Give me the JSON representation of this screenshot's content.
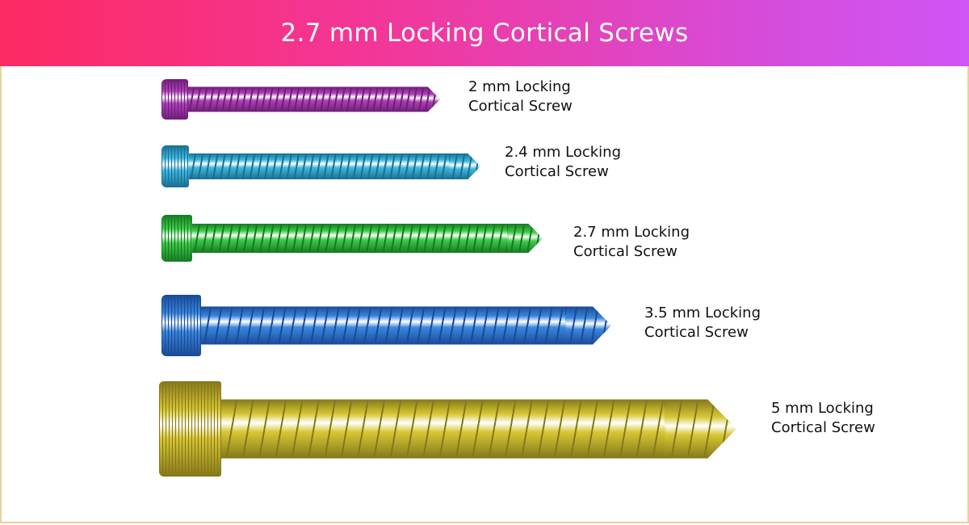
{
  "title": "2.7 mm Locking Cortical Screws",
  "screws": [
    {
      "line1": "2 mm Locking",
      "line2": "Cortical Screw",
      "color": "#b040b8",
      "dark": "#6e1f78"
    },
    {
      "line1": "2.4 mm Locking",
      "line2": "Cortical Screw",
      "color": "#3fb8de",
      "dark": "#1a6f94"
    },
    {
      "line1": "2.7 mm Locking",
      "line2": "Cortical Screw",
      "color": "#3fcc4a",
      "dark": "#167a22"
    },
    {
      "line1": "3.5 mm Locking",
      "line2": "Cortical Screw",
      "color": "#3a86dc",
      "dark": "#1a4a96"
    },
    {
      "line1": "5 mm Locking",
      "line2": "Cortical Screw",
      "color": "#d8c734",
      "dark": "#85781a"
    }
  ]
}
